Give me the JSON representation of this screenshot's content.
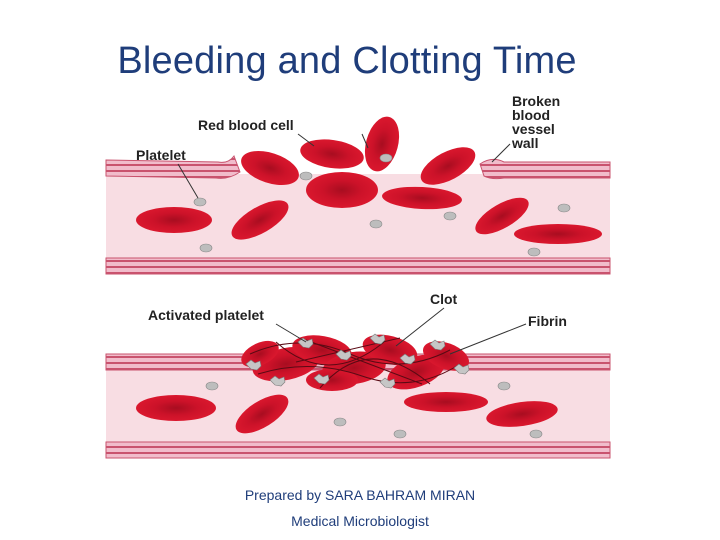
{
  "slide": {
    "title": "Bleeding and Clotting Time",
    "prepared_by": "Prepared by SARA BAHRAM MIRAN",
    "role": "Medical Microbiologist"
  },
  "diagram": {
    "top_panel": {
      "labels": {
        "red_blood_cell": "Red blood cell",
        "platelet": "Platelet",
        "broken_wall": [
          "Broken",
          "blood",
          "vessel",
          "wall"
        ]
      }
    },
    "bottom_panel": {
      "labels": {
        "activated_platelet": "Activated platelet",
        "clot": "Clot",
        "fibrin": "Fibrin"
      }
    }
  },
  "colors": {
    "title": "#1f3d7a",
    "vessel_lumen": "#f8dde3",
    "vessel_wall": "#c9536e",
    "red_blood_cell": "#d8142c",
    "rbc_center": "#b00e22",
    "platelet": "#bdbdbd"
  }
}
